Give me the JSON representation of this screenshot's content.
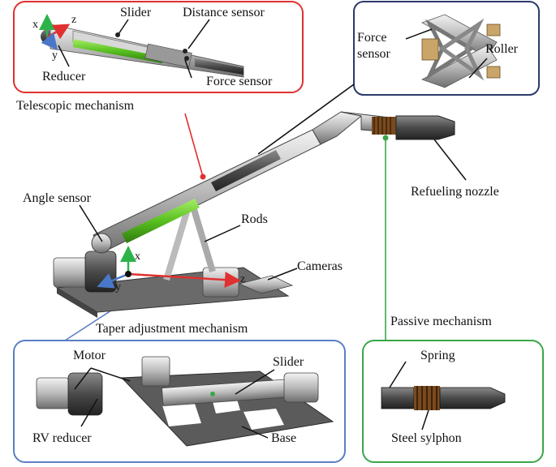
{
  "colors": {
    "telescopic_frame": "#e03030",
    "force_frame": "#2b3a6b",
    "taper_frame": "#5b7fc4",
    "passive_frame": "#3aa64a",
    "x_axis": "#2db34a",
    "z_axis": "#e03030",
    "y_axis": "#4a78c8",
    "hydraulic": "#58c020"
  },
  "labels": {
    "slider_top": "Slider",
    "distance_sensor": "Distance sensor",
    "reducer": "Reducer",
    "force_sensor_top": "Force sensor",
    "telescopic_mechanism": "Telescopic mechanism",
    "force_sensor_inset": "Force\nsensor",
    "roller": "Roller",
    "angle_sensor": "Angle sensor",
    "rods": "Rods",
    "cameras": "Cameras",
    "refueling_nozzle": "Refueling nozzle",
    "taper_adjustment_mechanism": "Taper adjustment mechanism",
    "passive_mechanism": "Passive mechanism",
    "motor": "Motor",
    "slider_bottom": "Slider",
    "rv_reducer": "RV reducer",
    "base": "Base",
    "spring": "Spring",
    "steel_sylphon": "Steel sylphon"
  },
  "axes": {
    "top": {
      "x": "x",
      "y": "y",
      "z": "z"
    },
    "main": {
      "x": "x",
      "y": "y",
      "z": "z"
    }
  }
}
